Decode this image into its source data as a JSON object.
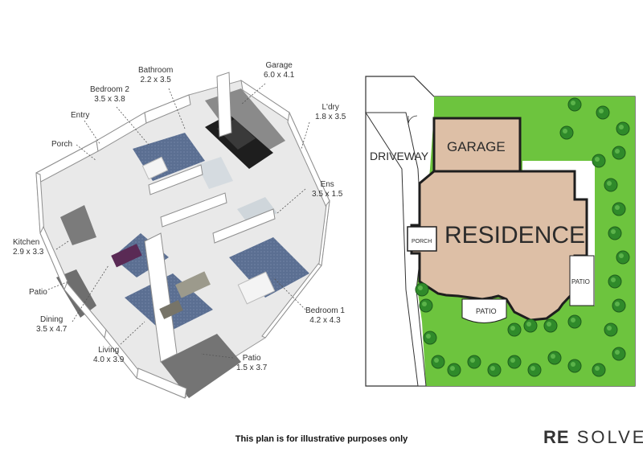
{
  "floorplan": {
    "rooms": [
      {
        "name": "Bathroom",
        "size": "2.2 x 3.5"
      },
      {
        "name": "Garage",
        "size": "6.0 x 4.1"
      },
      {
        "name": "Bedroom 2",
        "size": "3.5 x 3.8"
      },
      {
        "name": "L'dry",
        "size": "1.8 x 3.5"
      },
      {
        "name": "Entry",
        "size": ""
      },
      {
        "name": "Porch",
        "size": ""
      },
      {
        "name": "Ens",
        "size": "3.5 x 1.5"
      },
      {
        "name": "Kitchen",
        "size": "2.9 x 3.3"
      },
      {
        "name": "Patio",
        "size": ""
      },
      {
        "name": "Dining",
        "size": "3.5 x 4.7"
      },
      {
        "name": "Bedroom 1",
        "size": "4.2 x 4.3"
      },
      {
        "name": "Living",
        "size": "4.0 x 3.9"
      },
      {
        "name": "Patio",
        "size": "1.5 x 3.7"
      }
    ]
  },
  "siteplan": {
    "driveway": "DRIVEWAY",
    "garage": "GARAGE",
    "residence": "RESIDENCE",
    "porch": "PORCH",
    "patio_right": "PATIO",
    "patio_bottom": "PATIO",
    "colors": {
      "grass": "#6dc43e",
      "building": "#ddbfa6",
      "tree": "#2f8a2a",
      "outline": "#1e1e1e"
    }
  },
  "footer": {
    "disclaimer": "This plan is for illustrative purposes only",
    "brand_bold": "RE",
    "brand_light": "SOLVE"
  }
}
